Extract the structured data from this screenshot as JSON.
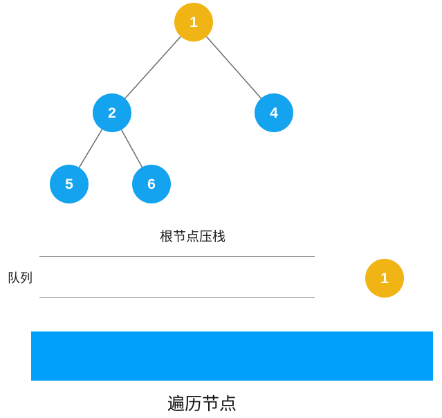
{
  "colors": {
    "root_node": "#F0B414",
    "tree_node": "#14A3EE",
    "traversal_bar": "#00A0FA",
    "edge": "#646e6e",
    "queue_line": "#8c8c8c"
  },
  "tree": {
    "nodes": [
      {
        "label": "1",
        "role": "root"
      },
      {
        "label": "2",
        "role": "child"
      },
      {
        "label": "4",
        "role": "child"
      },
      {
        "label": "5",
        "role": "child"
      },
      {
        "label": "6",
        "role": "child"
      }
    ],
    "edges": [
      [
        "1",
        "2"
      ],
      [
        "1",
        "4"
      ],
      [
        "2",
        "5"
      ],
      [
        "2",
        "6"
      ]
    ]
  },
  "annotations": {
    "stack_note": "根节点压栈",
    "traverse_label": "遍历节点"
  },
  "queue": {
    "label": "队列",
    "token": {
      "label": "1"
    }
  }
}
